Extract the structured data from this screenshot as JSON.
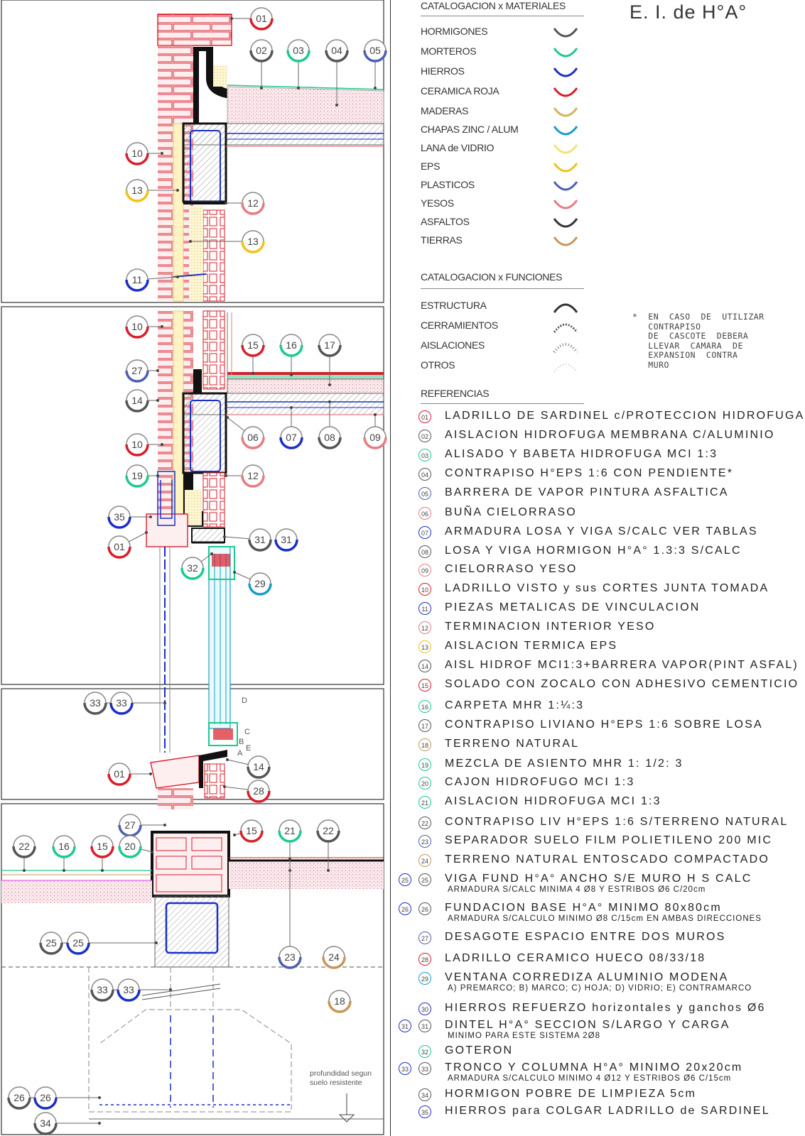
{
  "title": "E. I. de H°A°",
  "materials_heading": "CATALOGACION x MATERIALES",
  "materials": [
    {
      "label": "HORMIGONES",
      "color": "#555555"
    },
    {
      "label": "MORTEROS",
      "color": "#1ec98c"
    },
    {
      "label": "HIERROS",
      "color": "#1a2fc7"
    },
    {
      "label": "CERAMICA ROJA",
      "color": "#d81e2a"
    },
    {
      "label": "MADERAS",
      "color": "#d8b25a"
    },
    {
      "label": "CHAPAS ZINC / ALUM",
      "color": "#1a9cc7"
    },
    {
      "label": "LANA de VIDRIO",
      "color": "#f4e27a"
    },
    {
      "label": "EPS",
      "color": "#f0c21c"
    },
    {
      "label": "PLASTICOS",
      "color": "#4b5fb3"
    },
    {
      "label": "YESOS",
      "color": "#e87b82"
    },
    {
      "label": "ASFALTOS",
      "color": "#333333"
    },
    {
      "label": "TIERRAS",
      "color": "#c8955a"
    }
  ],
  "functions_heading": "CATALOGACION x FUNCIONES",
  "functions": [
    {
      "label": "ESTRUCTURA",
      "icon": "arc-solid-icon"
    },
    {
      "label": "CERRAMIENTOS",
      "icon": "arc-hatched-icon"
    },
    {
      "label": "AISLACIONES",
      "icon": "arc-dashed-icon"
    },
    {
      "label": "OTROS",
      "icon": "arc-light-icon"
    }
  ],
  "note": "*  EN  CASO  DE  UTILIZAR\n   CONTRAPISO\n   DE  CASCOTE  DEBERA\n   LLEVAR  CAMARA  DE\n   EXPANSION  CONTRA\n   MURO",
  "references_heading": "REFERENCIAS",
  "references": [
    {
      "num": "01",
      "color": "#d81e2a",
      "text": "LADRILLO  DE  SARDINEL  c/PROTECCION  HIDROFUGA"
    },
    {
      "num": "02",
      "color": "#555555",
      "text": "AISLACION  HIDROFUGA  MEMBRANA  C/ALUMINIO"
    },
    {
      "num": "03",
      "color": "#1ec98c",
      "text": "ALISADO  Y  BABETA  HIDROFUGA  MCI  1:3"
    },
    {
      "num": "04",
      "color": "#555555",
      "text": "CONTRAPISO  H°EPS  1:6  CON  PENDIENTE*"
    },
    {
      "num": "05",
      "color": "#4b5fb3",
      "text": "BARRERA  DE  VAPOR  PINTURA  ASFALTICA"
    },
    {
      "num": "06",
      "color": "#e87b82",
      "text": "BUÑA  CIELORRASO"
    },
    {
      "num": "07",
      "color": "#1a2fc7",
      "text": "ARMADURA  LOSA  Y  VIGA  S/CALC  VER  TABLAS"
    },
    {
      "num": "08",
      "color": "#555555",
      "text": "LOSA  Y  VIGA  HORMIGON  H°A°  1.3:3  S/CALC"
    },
    {
      "num": "09",
      "color": "#e87b82",
      "text": "CIELORRASO  YESO"
    },
    {
      "num": "10",
      "color": "#d81e2a",
      "text": "LADRILLO  VISTO  y  sus  CORTES  JUNTA  TOMADA"
    },
    {
      "num": "11",
      "color": "#1a2fc7",
      "text": "PIEZAS  METALICAS  DE  VINCULACION"
    },
    {
      "num": "12",
      "color": "#e87b82",
      "text": "TERMINACION  INTERIOR  YESO"
    },
    {
      "num": "13",
      "color": "#f0c21c",
      "text": "AISLACION  TERMICA  EPS"
    },
    {
      "num": "14",
      "color": "#555555",
      "text": "AISL  HIDROF  MCI1:3+BARRERA  VAPOR(PINT  ASFAL)"
    },
    {
      "num": "15",
      "color": "#d81e2a",
      "text": "SOLADO  CON  ZOCALO  CON  ADHESIVO  CEMENTICIO"
    },
    {
      "num": "16",
      "color": "#1ec98c",
      "text": "CARPETA  MHR  1:¼:3"
    },
    {
      "num": "17",
      "color": "#555555",
      "text": "CONTRAPISO  LIVIANO  H°EPS  1:6  SOBRE  LOSA"
    },
    {
      "num": "18",
      "color": "#c8955a",
      "text": "TERRENO  NATURAL"
    },
    {
      "num": "19",
      "color": "#1ec98c",
      "text": "MEZCLA  DE  ASIENTO   MHR  1:  1/2:  3"
    },
    {
      "num": "20",
      "color": "#1ec98c",
      "text": "CAJON  HIDROFUGO  MCI  1:3"
    },
    {
      "num": "21",
      "color": "#1ec98c",
      "text": "AISLACION  HIDROFUGA  MCI  1:3"
    },
    {
      "num": "22",
      "color": "#555555",
      "text": "CONTRAPISO  LIV  H°EPS  1:6  S/TERRENO  NATURAL"
    },
    {
      "num": "23",
      "color": "#4b5fb3",
      "text": "SEPARADOR  SUELO  FILM  POLIETILENO  200  MIC"
    },
    {
      "num": "24",
      "color": "#c8955a",
      "text": "TERRENO  NATURAL  ENTOSCADO  COMPACTADO"
    },
    {
      "num": "25",
      "color": "#555555",
      "ext": "#1a2fc7",
      "text": "VIGA  FUND  H°A°  ANCHO  S/E  MURO  H  S  CALC",
      "sub": "ARMADURA  S/CALC  MINIMA  4  Ø8  Y  ESTRIBOS  Ø6  C/20cm"
    },
    {
      "num": "26",
      "color": "#555555",
      "ext": "#1a2fc7",
      "text": "FUNDACION  BASE  H°A°  MINIMO  80x80cm",
      "sub": "ARMADURA  S/CALCULO  MINIMO  Ø8  C/15cm  EN  AMBAS  DIRECCIONES"
    },
    {
      "num": "27",
      "color": "#4b5fb3",
      "text": "DESAGOTE  ESPACIO  ENTRE  DOS  MUROS"
    },
    {
      "num": "28",
      "color": "#d81e2a",
      "text": "LADRILLO  CERAMICO  HUECO    08/33/18"
    },
    {
      "num": "29",
      "color": "#1a9cc7",
      "text": "VENTANA  CORREDIZA  ALUMINIO  MODENA",
      "sub": "A)  PREMARCO;  B)  MARCO;  C)  HOJA;  D)  VIDRIO;  E)  CONTRAMARCO"
    },
    {
      "num": "30",
      "color": "#1a2fc7",
      "text": "HIERROS  REFUERZO  horizontales  y  ganchos  Ø6"
    },
    {
      "num": "31",
      "color": "#555555",
      "ext": "#1a2fc7",
      "text": "DINTEL  H°A°  SECCION  S/LARGO  Y  CARGA",
      "sub": "MINIMO  PARA  ESTE  SISTEMA  2Ø8"
    },
    {
      "num": "32",
      "color": "#1ec98c",
      "text": "GOTERON"
    },
    {
      "num": "33",
      "color": "#555555",
      "ext": "#1a2fc7",
      "text": "TRONCO  Y  COLUMNA  H°A°  MINIMO  20x20cm",
      "sub": "ARMADURA  S/CALCULO  MINIMO  4  Ø12  Y  ESTRIBOS  Ø6  C/15cm"
    },
    {
      "num": "34",
      "color": "#555555",
      "text": "HORMIGON  POBRE  DE  LIMPIEZA  5cm"
    },
    {
      "num": "35",
      "color": "#1a2fc7",
      "text": "HIERROS  para  COLGAR  LADRILLO  de  SARDINEL"
    }
  ],
  "drawing": {
    "callouts": [
      {
        "num": "01",
        "color": "#d81e2a"
      },
      {
        "num": "02",
        "color": "#555555"
      },
      {
        "num": "03",
        "color": "#1ec98c"
      },
      {
        "num": "04",
        "color": "#555555"
      },
      {
        "num": "05",
        "color": "#4b5fb3"
      },
      {
        "num": "10",
        "color": "#d81e2a"
      },
      {
        "num": "13",
        "color": "#f0c21c"
      },
      {
        "num": "12",
        "color": "#e87b82"
      },
      {
        "num": "13",
        "color": "#f0c21c"
      },
      {
        "num": "11",
        "color": "#1a2fc7"
      },
      {
        "num": "10",
        "color": "#d81e2a"
      },
      {
        "num": "15",
        "color": "#d81e2a"
      },
      {
        "num": "16",
        "color": "#1ec98c"
      },
      {
        "num": "17",
        "color": "#555555"
      },
      {
        "num": "27",
        "color": "#4b5fb3"
      },
      {
        "num": "14",
        "color": "#555555"
      },
      {
        "num": "10",
        "color": "#d81e2a"
      },
      {
        "num": "06",
        "color": "#e87b82"
      },
      {
        "num": "07",
        "color": "#1a2fc7"
      },
      {
        "num": "08",
        "color": "#555555"
      },
      {
        "num": "09",
        "color": "#e87b82"
      },
      {
        "num": "19",
        "color": "#1ec98c"
      },
      {
        "num": "12",
        "color": "#e87b82"
      },
      {
        "num": "35",
        "color": "#1a2fc7"
      },
      {
        "num": "01",
        "color": "#d81e2a"
      },
      {
        "num": "31",
        "color": "#555555"
      },
      {
        "num": "31",
        "color": "#1a2fc7"
      },
      {
        "num": "32",
        "color": "#1ec98c"
      },
      {
        "num": "29",
        "color": "#1a9cc7"
      },
      {
        "num": "33",
        "color": "#555555"
      },
      {
        "num": "33",
        "color": "#1a2fc7"
      },
      {
        "num": "01",
        "color": "#d81e2a"
      },
      {
        "num": "14",
        "color": "#555555"
      },
      {
        "num": "28",
        "color": "#d81e2a"
      },
      {
        "num": "27",
        "color": "#4b5fb3"
      },
      {
        "num": "15",
        "color": "#d81e2a"
      },
      {
        "num": "21",
        "color": "#1ec98c"
      },
      {
        "num": "22",
        "color": "#555555"
      },
      {
        "num": "22",
        "color": "#555555"
      },
      {
        "num": "16",
        "color": "#1ec98c"
      },
      {
        "num": "15",
        "color": "#d81e2a"
      },
      {
        "num": "20",
        "color": "#1ec98c"
      },
      {
        "num": "25",
        "color": "#555555"
      },
      {
        "num": "25",
        "color": "#1a2fc7"
      },
      {
        "num": "23",
        "color": "#4b5fb3"
      },
      {
        "num": "24",
        "color": "#c8955a"
      },
      {
        "num": "33",
        "color": "#555555"
      },
      {
        "num": "33",
        "color": "#1a2fc7"
      },
      {
        "num": "18",
        "color": "#c8955a"
      },
      {
        "num": "26",
        "color": "#555555"
      },
      {
        "num": "26",
        "color": "#1a2fc7"
      },
      {
        "num": "34",
        "color": "#555555"
      }
    ],
    "window_letters": [
      "D",
      "C",
      "B",
      "E",
      "A"
    ],
    "footing_note": "profundidad segun suelo resistente"
  }
}
